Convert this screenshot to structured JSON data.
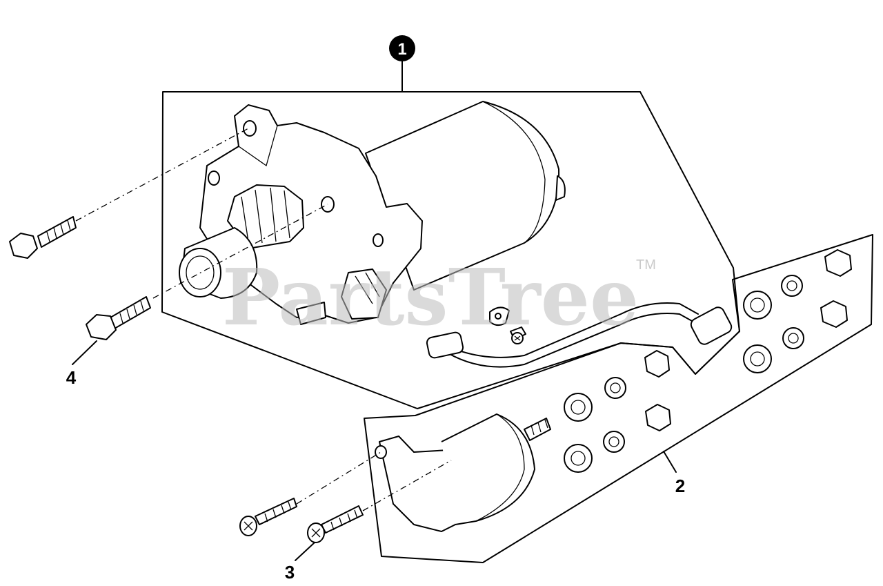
{
  "watermark": {
    "text": "PartsTree",
    "trademark": "TM"
  },
  "callouts": {
    "item_1": "1",
    "item_2": "2",
    "item_3": "3",
    "item_4": "4"
  },
  "colors": {
    "line": "#000000",
    "watermark": "#bdbdbd",
    "background": "#ffffff"
  }
}
